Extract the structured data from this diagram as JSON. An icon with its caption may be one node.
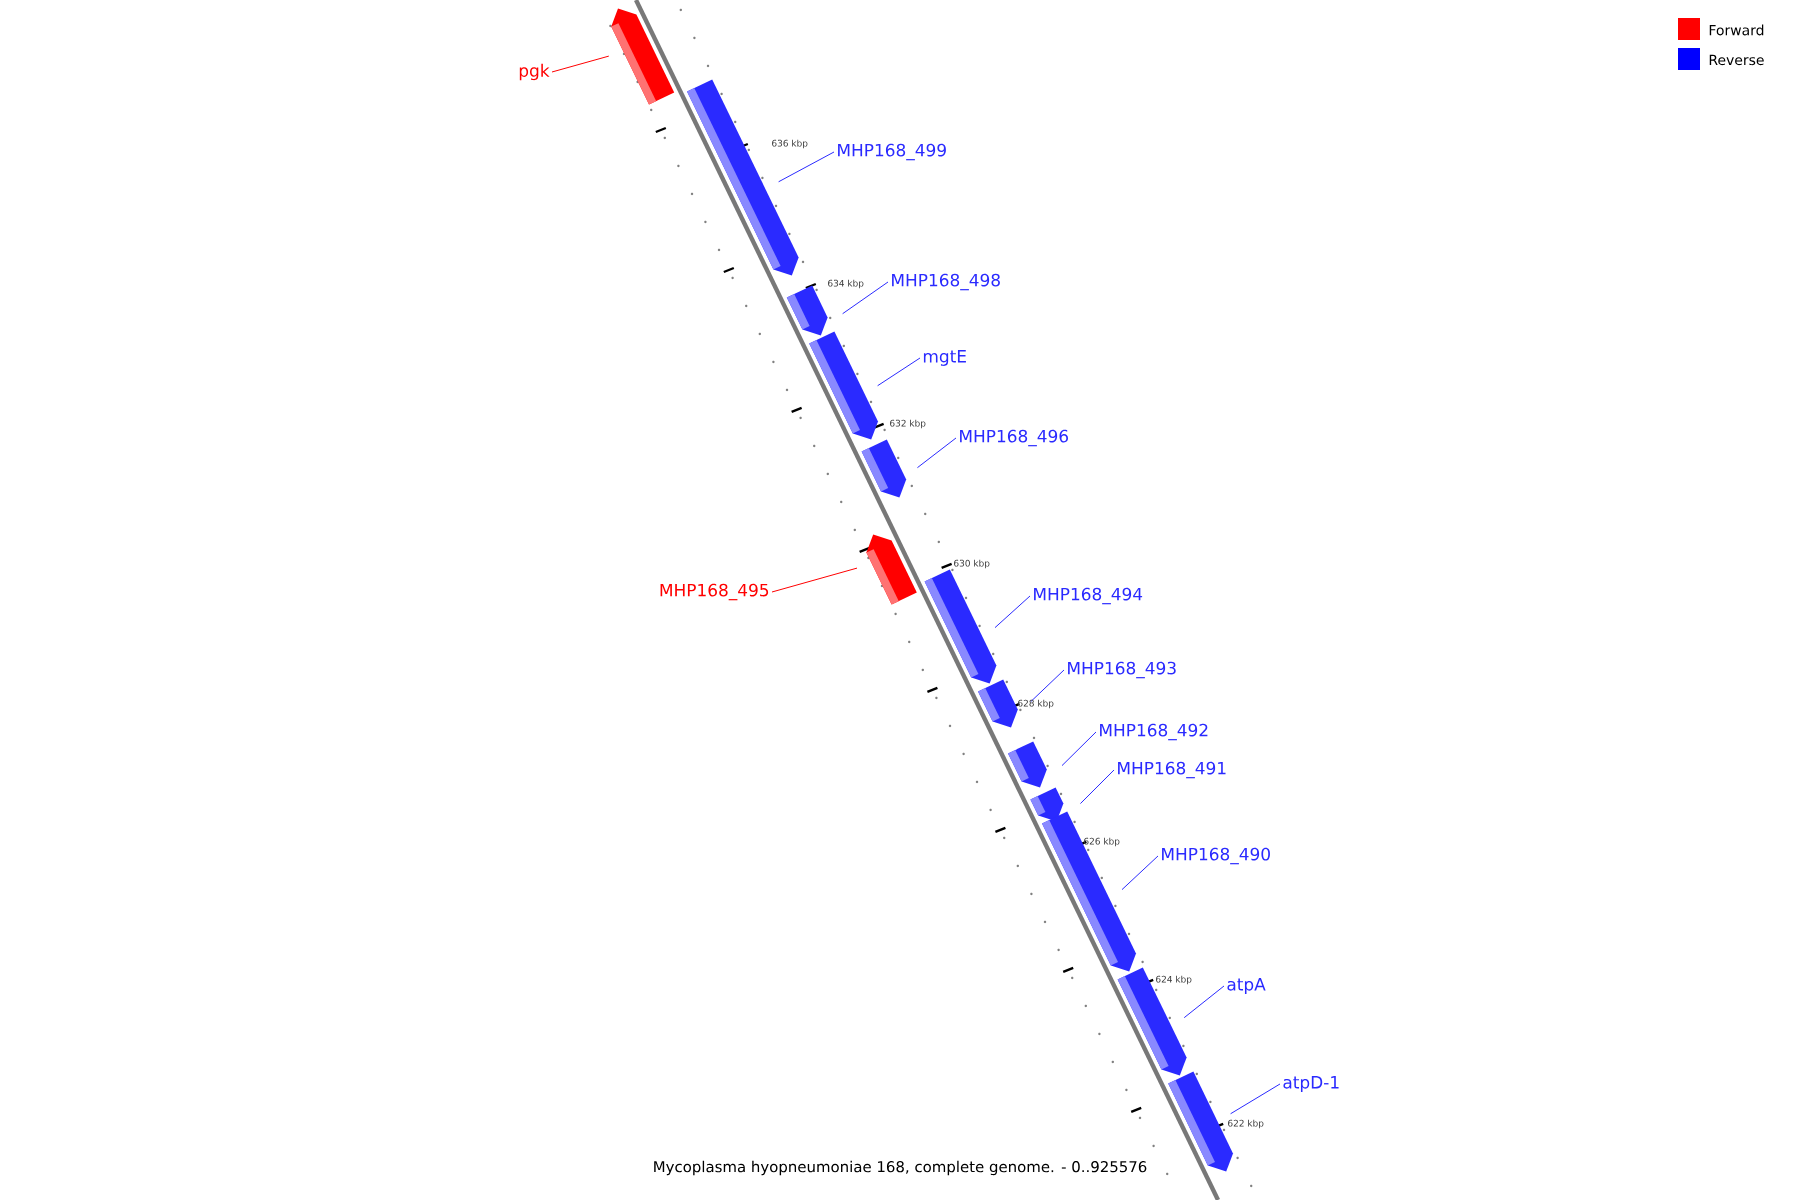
{
  "diagram": {
    "caption": "Mycoplasma hyopneumoniae 168, complete genome. - 0..925576",
    "nodes": [
      {
        "text": [
          "pgk"
        ]
      },
      {
        "text": [],
        "shape": "bar"
      },
      {
        "text": [
          "MHP168_499"
        ]
      },
      {
        "text": [],
        "shape": "bar"
      },
      {
        "text": [
          "MHP168_498"
        ]
      },
      {
        "text": [],
        "shape": "bar"
      },
      {
        "text": [
          "mgtE"
        ]
      },
      {
        "text": [],
        "shape": "bar"
      },
      {
        "text": [
          "MHP168_496"
        ]
      },
      {
        "text": [],
        "shape": "bar"
      },
      {
        "text": [
          "MHP168_495"
        ]
      },
      {
        "text": [],
        "shape": "bar"
      },
      {
        "text": [
          "MHP168_494"
        ]
      },
      {
        "text": [],
        "shape": "bar"
      },
      {
        "text": [
          "MHP168_493"
        ]
      },
      {
        "text": [],
        "shape": "bar"
      },
      {
        "text": [
          "MHP168_492"
        ]
      },
      {
        "text": [],
        "shape": "bar"
      },
      {
        "text": [
          "MHP168_491"
        ]
      },
      {
        "text": [],
        "shape": "bar"
      },
      {
        "text": [
          "MHP168_490"
        ]
      },
      {
        "text": [],
        "shape": "bar"
      },
      {
        "text": [
          "atpA"
        ]
      },
      {
        "text": [],
        "shape": "bar"
      },
      {
        "text": [
          "atpD-1"
        ]
      },
      {
        "text": [],
        "shape": "bar"
      }
    ],
    "edges": [
      {
        "from": 0,
        "to": 1,
        "arrow": "none",
        "color": "#ff0000"
      },
      {
        "from": 2,
        "to": 3,
        "arrow": "none"
      },
      {
        "from": 4,
        "to": 5,
        "arrow": "none"
      },
      {
        "from": 6,
        "to": 7,
        "arrow": "none"
      },
      {
        "from": 8,
        "to": 9,
        "arrow": "none"
      },
      {
        "from": 10,
        "to": 11,
        "arrow": "none",
        "color": "#ff0000"
      },
      {
        "from": 12,
        "to": 13,
        "arrow": "none"
      },
      {
        "from": 14,
        "to": 15,
        "arrow": "none"
      },
      {
        "from": 16,
        "to": 17,
        "arrow": "none"
      },
      {
        "from": 18,
        "to": 19,
        "arrow": "none"
      },
      {
        "from": 20,
        "to": 21,
        "arrow": "none"
      },
      {
        "from": 22,
        "to": 23,
        "arrow": "none"
      },
      {
        "from": 24,
        "to": 25,
        "arrow": "none"
      }
    ],
    "labels": [
      "636 kbp",
      "634 kbp",
      "632 kbp",
      "630 kbp",
      "628 kbp",
      "626 kbp",
      "624 kbp",
      "622 kbp"
    ],
    "legend": [
      {
        "text": "Forward",
        "color": "#ff0000"
      },
      {
        "text": "Reverse",
        "color": "#0000ff"
      }
    ]
  }
}
